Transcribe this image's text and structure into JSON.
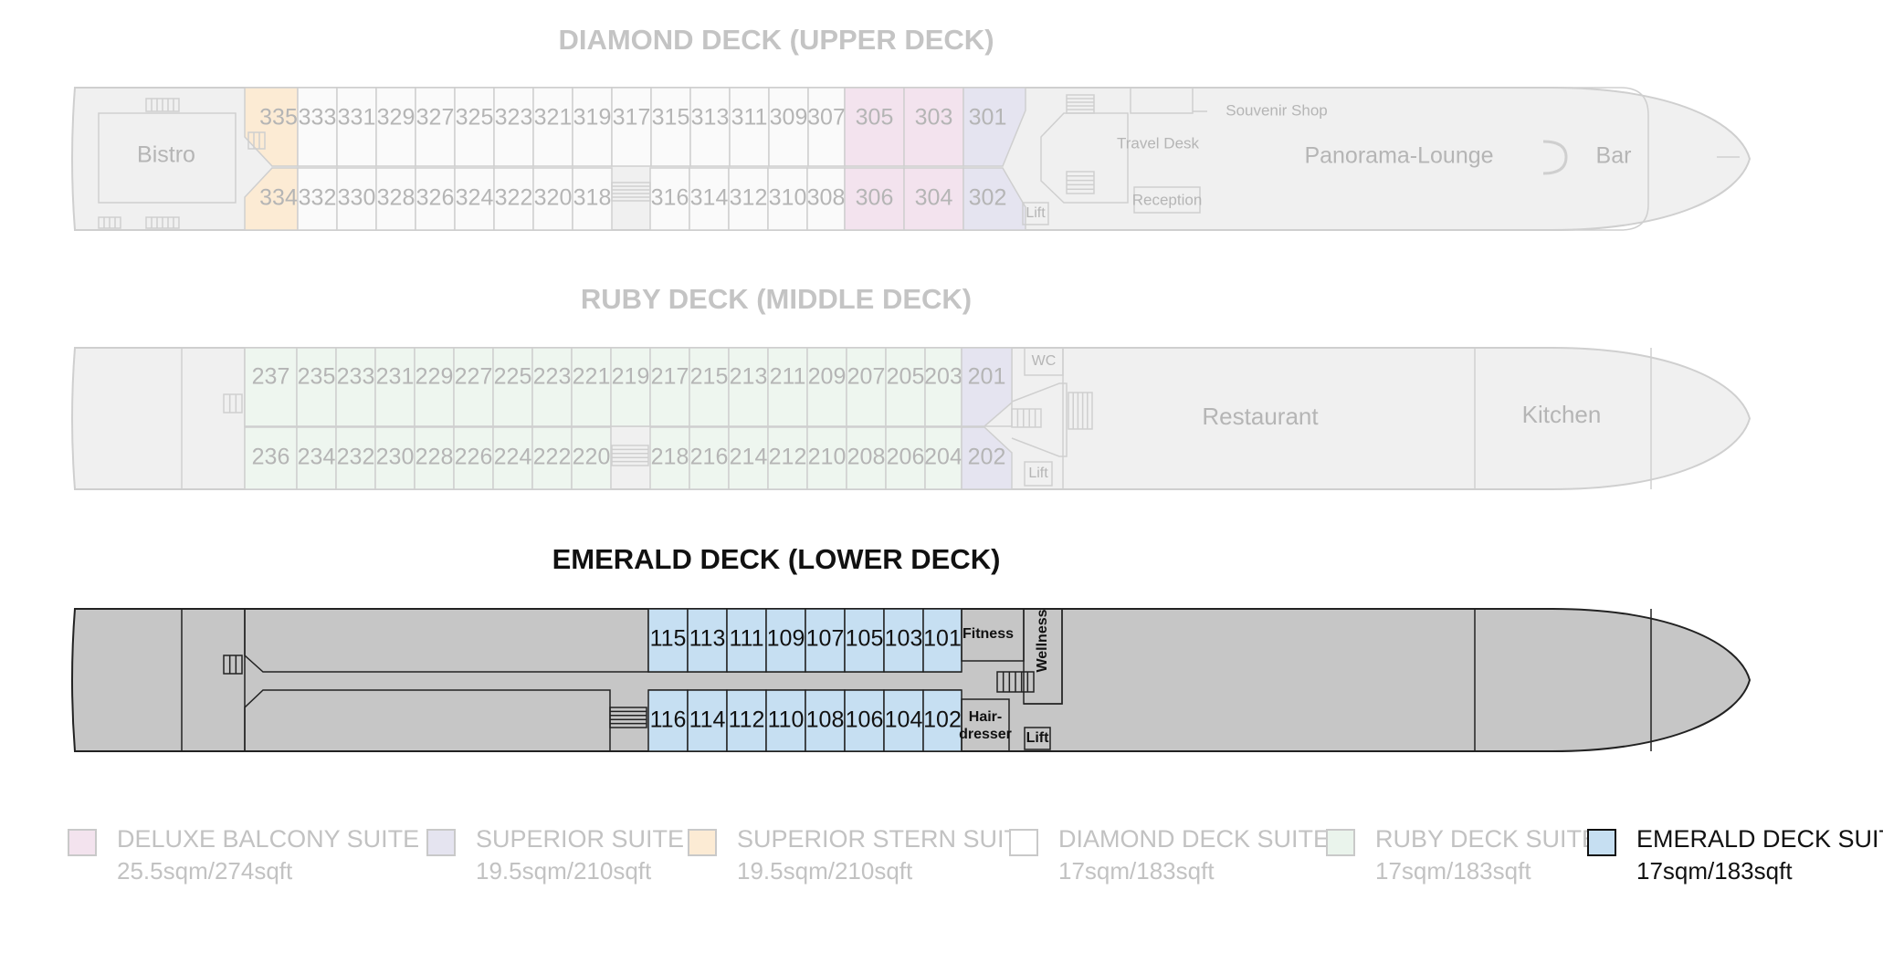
{
  "decks": [
    {
      "title": "DIAMOND DECK (UPPER DECK)",
      "active": false,
      "labels": {
        "aft": "Bistro",
        "stairs_lift": "Lift",
        "souvenir": "Souvenir Shop",
        "travel_desk": "Travel Desk",
        "reception": "Reception",
        "lounge": "Panorama-Lounge",
        "bar": "Bar"
      },
      "cabins_top": [
        [
          "335",
          "superior-stern"
        ],
        [
          "333",
          "diamond"
        ],
        [
          "331",
          "diamond"
        ],
        [
          "329",
          "diamond"
        ],
        [
          "327",
          "diamond"
        ],
        [
          "325",
          "diamond"
        ],
        [
          "323",
          "diamond"
        ],
        [
          "321",
          "diamond"
        ],
        [
          "319",
          "diamond"
        ],
        [
          "317",
          "diamond"
        ],
        [
          "315",
          "diamond"
        ],
        [
          "313",
          "diamond"
        ],
        [
          "311",
          "diamond"
        ],
        [
          "309",
          "diamond"
        ],
        [
          "307",
          "diamond"
        ],
        [
          "305",
          "deluxe"
        ],
        [
          "303",
          "deluxe"
        ],
        [
          "301",
          "superior"
        ]
      ],
      "cabins_bottom": [
        [
          "334",
          "superior-stern"
        ],
        [
          "332",
          "diamond"
        ],
        [
          "330",
          "diamond"
        ],
        [
          "328",
          "diamond"
        ],
        [
          "326",
          "diamond"
        ],
        [
          "324",
          "diamond"
        ],
        [
          "322",
          "diamond"
        ],
        [
          "320",
          "diamond"
        ],
        [
          "318",
          "diamond"
        ],
        [
          "316",
          "diamond"
        ],
        [
          "314",
          "diamond"
        ],
        [
          "312",
          "diamond"
        ],
        [
          "310",
          "diamond"
        ],
        [
          "308",
          "diamond"
        ],
        [
          "306",
          "deluxe"
        ],
        [
          "304",
          "deluxe"
        ],
        [
          "302",
          "superior"
        ]
      ]
    },
    {
      "title": "RUBY DECK (MIDDLE DECK)",
      "active": false,
      "labels": {
        "wc": "WC",
        "lift": "Lift",
        "restaurant": "Restaurant",
        "kitchen": "Kitchen"
      },
      "cabins_top": [
        [
          "237",
          "ruby"
        ],
        [
          "235",
          "ruby"
        ],
        [
          "233",
          "ruby"
        ],
        [
          "231",
          "ruby"
        ],
        [
          "229",
          "ruby"
        ],
        [
          "227",
          "ruby"
        ],
        [
          "225",
          "ruby"
        ],
        [
          "223",
          "ruby"
        ],
        [
          "221",
          "ruby"
        ],
        [
          "219",
          "ruby"
        ],
        [
          "217",
          "ruby"
        ],
        [
          "215",
          "ruby"
        ],
        [
          "213",
          "ruby"
        ],
        [
          "211",
          "ruby"
        ],
        [
          "209",
          "ruby"
        ],
        [
          "207",
          "ruby"
        ],
        [
          "205",
          "ruby"
        ],
        [
          "203",
          "ruby"
        ],
        [
          "201",
          "superior"
        ]
      ],
      "cabins_bottom": [
        [
          "236",
          "ruby"
        ],
        [
          "234",
          "ruby"
        ],
        [
          "232",
          "ruby"
        ],
        [
          "230",
          "ruby"
        ],
        [
          "228",
          "ruby"
        ],
        [
          "226",
          "ruby"
        ],
        [
          "224",
          "ruby"
        ],
        [
          "222",
          "ruby"
        ],
        [
          "220",
          "ruby"
        ],
        [
          "218",
          "ruby"
        ],
        [
          "216",
          "ruby"
        ],
        [
          "214",
          "ruby"
        ],
        [
          "212",
          "ruby"
        ],
        [
          "210",
          "ruby"
        ],
        [
          "208",
          "ruby"
        ],
        [
          "206",
          "ruby"
        ],
        [
          "204",
          "ruby"
        ],
        [
          "202",
          "superior"
        ]
      ]
    },
    {
      "title": "EMERALD DECK (LOWER DECK)",
      "active": true,
      "labels": {
        "fitness": "Fitness",
        "wellness": "Wellness",
        "hair1": "Hair-",
        "hair2": "dresser",
        "lift": "Lift"
      },
      "cabins_top": [
        [
          "115",
          "emerald"
        ],
        [
          "113",
          "emerald"
        ],
        [
          "111",
          "emerald"
        ],
        [
          "109",
          "emerald"
        ],
        [
          "107",
          "emerald"
        ],
        [
          "105",
          "emerald"
        ],
        [
          "103",
          "emerald"
        ],
        [
          "101",
          "emerald"
        ]
      ],
      "cabins_bottom": [
        [
          "116",
          "emerald"
        ],
        [
          "114",
          "emerald"
        ],
        [
          "112",
          "emerald"
        ],
        [
          "110",
          "emerald"
        ],
        [
          "108",
          "emerald"
        ],
        [
          "106",
          "emerald"
        ],
        [
          "104",
          "emerald"
        ],
        [
          "102",
          "emerald"
        ]
      ]
    }
  ],
  "legend": [
    {
      "name": "DELUXE BALCONY SUITE",
      "size": "25.5sqm/274sqft",
      "color": "#f3e3ee",
      "active": false
    },
    {
      "name": "SUPERIOR SUITE",
      "size": "19.5sqm/210sqft",
      "color": "#e5e4f0",
      "active": false
    },
    {
      "name": "SUPERIOR STERN SUITE",
      "size": "19.5sqm/210sqft",
      "color": "#fcebd4",
      "active": false
    },
    {
      "name": "DIAMOND DECK SUITE",
      "size": "17sqm/183sqft",
      "color": "#ffffff",
      "active": false
    },
    {
      "name": "RUBY DECK SUITE",
      "size": "17sqm/183sqft",
      "color": "#eaf4ec",
      "active": false
    },
    {
      "name": "EMERALD DECK SUITE",
      "size": "17sqm/183sqft",
      "color": "#c6dff2",
      "active": true
    }
  ],
  "colors": {
    "deluxe": "#f3e3ee",
    "superior": "#e5e4f0",
    "superior-stern": "#fcebd4",
    "diamond": "#fafafa",
    "ruby": "#eef6ef",
    "emerald": "#c6dff2",
    "hull_light": "#f0f0f0",
    "hull_dark": "#c6c6c6",
    "line_light": "#cfcfcf",
    "line_dark": "#222222",
    "text_light": "#b5b5b5",
    "text_dark": "#111111"
  }
}
